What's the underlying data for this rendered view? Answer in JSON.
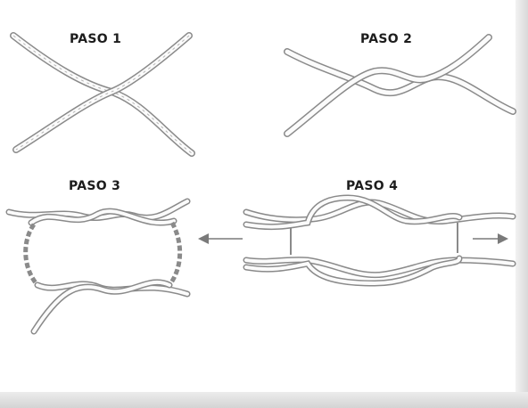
{
  "steps": [
    {
      "label": "PASO 1"
    },
    {
      "label": "PASO 2"
    },
    {
      "label": "PASO 3"
    },
    {
      "label": "PASO 4"
    }
  ],
  "colors": {
    "rope_outline": "#8a8a8a",
    "rope_fill": "#fbfbfb",
    "rope_texture": "#b5b5b5",
    "label": "#1d1d1d",
    "arrow": "#7a7a7a",
    "background": "#ffffff"
  },
  "icons": {
    "pull_left": "arrow-left-icon",
    "pull_right": "arrow-right-icon"
  }
}
